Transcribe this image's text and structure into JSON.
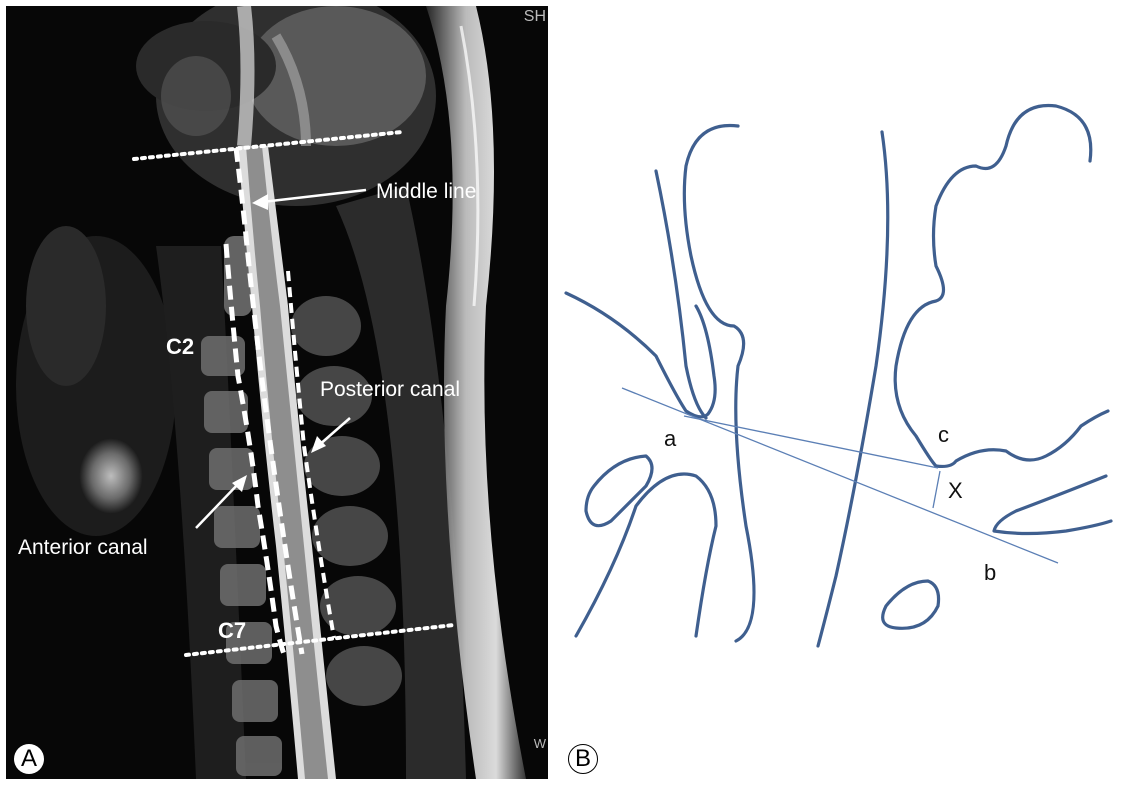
{
  "panel_a": {
    "badge": "A",
    "corner_text": "SH",
    "corner_text_bottom": "W",
    "labels": {
      "middle_line": "Middle line",
      "posterior_canal": "Posterior  canal",
      "anterior_canal": "Anterior  canal",
      "c2": "C2",
      "c7": "C7"
    }
  },
  "panel_b": {
    "badge": "B",
    "labels": {
      "a": "a",
      "b": "b",
      "c": "c",
      "x": "X"
    },
    "colors": {
      "outline": "#3f5f8f",
      "reference_lines": "#5b7fb5"
    }
  }
}
